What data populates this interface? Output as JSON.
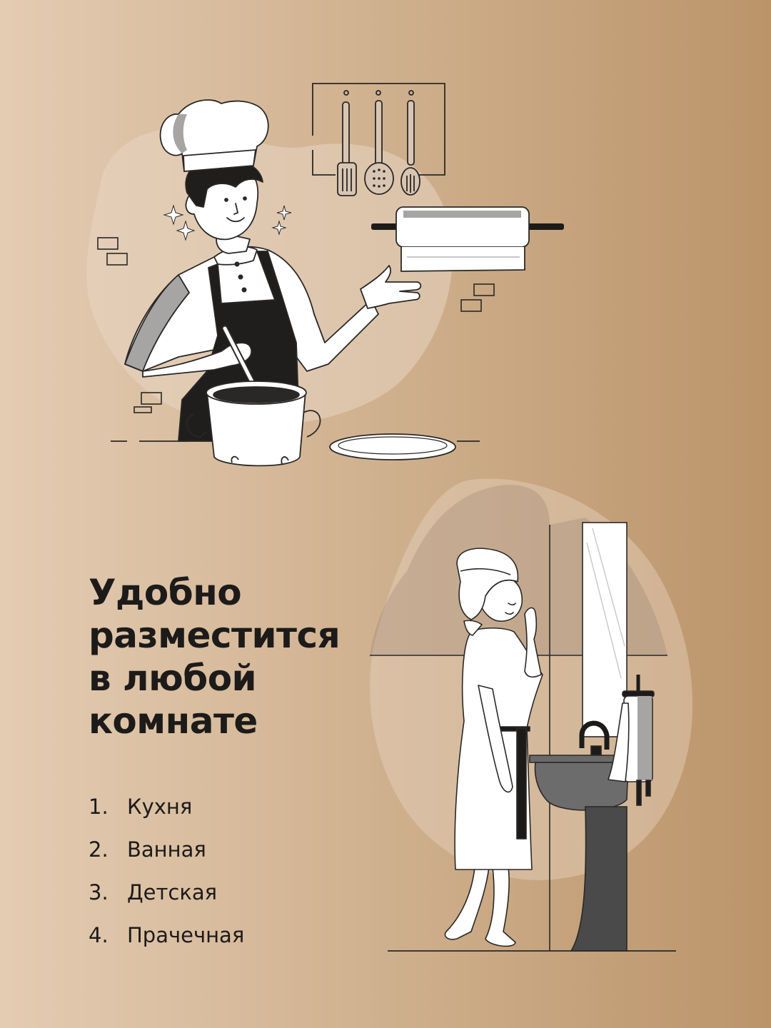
{
  "heading": {
    "lines": [
      "Удобно",
      "разместится",
      "в любой",
      "комнате"
    ]
  },
  "rooms": [
    {
      "number": "1.",
      "label": "Кухня"
    },
    {
      "number": "2.",
      "label": "Ванная"
    },
    {
      "number": "3.",
      "label": "Детская"
    },
    {
      "number": "4.",
      "label": "Прачечная"
    }
  ],
  "illustrations": {
    "top": "chef-cooking-with-paper-towel-holder",
    "bottom": "woman-in-bathrobe-at-sink-with-towel-holder"
  },
  "colors": {
    "background_light": "#e4ccb2",
    "background_dark": "#bb9469",
    "ink": "#1c1b1a",
    "gray": "#a7a5a4",
    "dark_gray": "#4a4a4a"
  }
}
